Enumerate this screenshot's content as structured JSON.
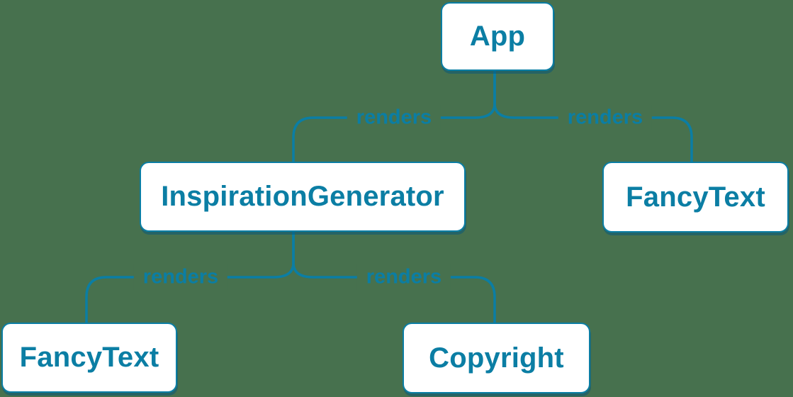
{
  "diagram": {
    "type": "component-render-tree",
    "background_color": "#47714e",
    "accent_color": "#0b7ea4",
    "node_fill_color": "#ffffff",
    "nodes": [
      {
        "id": "app",
        "label": "App"
      },
      {
        "id": "inspiration-generator",
        "label": "InspirationGenerator"
      },
      {
        "id": "fancy-text-top",
        "label": "FancyText"
      },
      {
        "id": "fancy-text-bottom",
        "label": "FancyText"
      },
      {
        "id": "copyright",
        "label": "Copyright"
      }
    ],
    "edges": [
      {
        "from": "App",
        "to": "InspirationGenerator",
        "label": "renders"
      },
      {
        "from": "App",
        "to": "FancyText",
        "label": "renders"
      },
      {
        "from": "InspirationGenerator",
        "to": "FancyText",
        "label": "renders"
      },
      {
        "from": "InspirationGenerator",
        "to": "Copyright",
        "label": "renders"
      }
    ]
  }
}
